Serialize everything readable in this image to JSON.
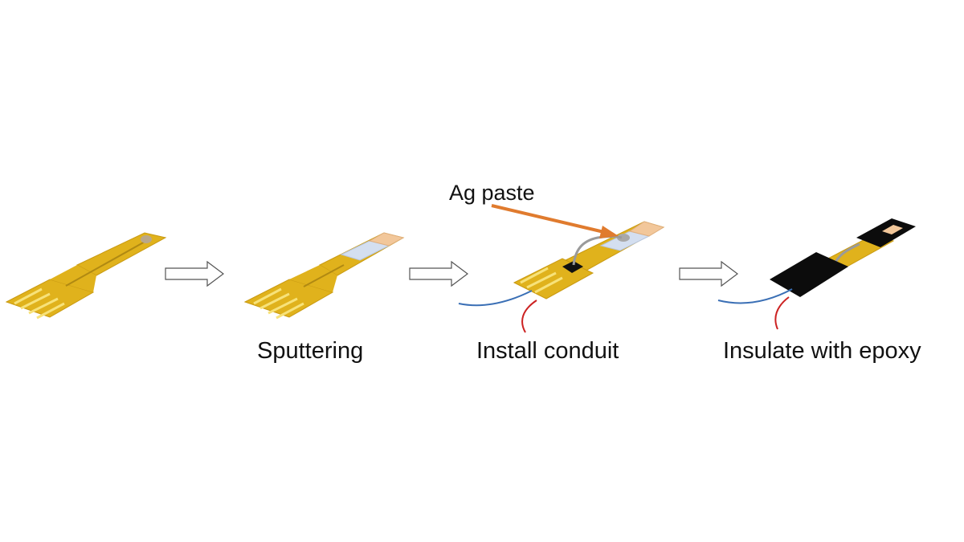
{
  "steps": [
    {
      "label": ""
    },
    {
      "label": "Sputtering"
    },
    {
      "label": "Install conduit"
    },
    {
      "label": "Insulate with epoxy"
    }
  ],
  "annotation": {
    "text": "Ag paste"
  },
  "colors": {
    "substrate": "#e0b21c",
    "substrate_edge": "#c99a12",
    "pad": "#f7e27a",
    "trace": "#b08912",
    "film": "#d4dff0",
    "contact": "#f2c79a",
    "silver_paste": "#a8a8a8",
    "chip": "#111111",
    "epoxy": "#0c0c0c",
    "wire_blue": "#3a6fb5",
    "wire_red": "#cc2222",
    "wire_gray": "#9a9a9a",
    "annotation_arrow": "#e07b2e",
    "flow_arrow": "#555555"
  },
  "icons": [
    "flow-arrow-icon",
    "annotation-arrow-icon"
  ]
}
